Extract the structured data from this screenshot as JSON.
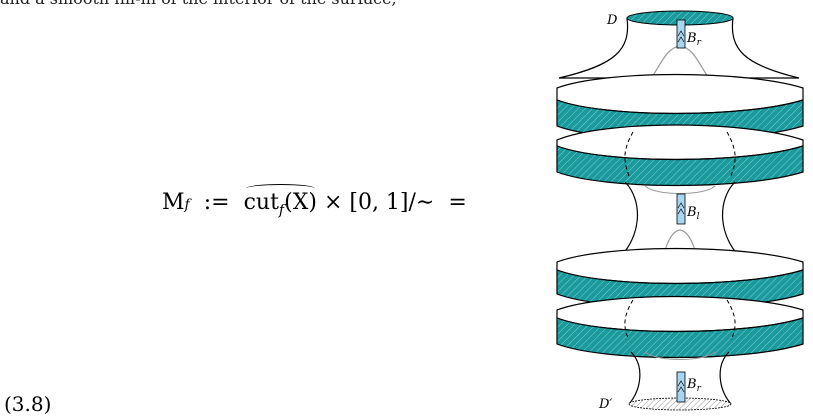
{
  "top_fragment": "and a smooth fill-in of the interior of the surface,",
  "equation": {
    "lhs_main": "M",
    "lhs_sub": "f",
    "defeq": ":=",
    "cut_text": "cut",
    "cut_sub": "f",
    "cut_arg": "(X)",
    "times_interval": "× [0, 1]/∼",
    "equals": "="
  },
  "equation_number": "(3.8)",
  "figure_labels": {
    "top_disk": "D",
    "bottom_disk": "D′",
    "band_top": "B",
    "band_top_sub": "r",
    "band_middle": "B",
    "band_middle_sub": "l",
    "band_bottom": "B",
    "band_bottom_sub": "r"
  },
  "colors": {
    "teal": "#1a9a9c",
    "teal_dark": "#0f6f72",
    "band_blue": "#a7d6f2",
    "surface_line": "#9a9a9a"
  }
}
